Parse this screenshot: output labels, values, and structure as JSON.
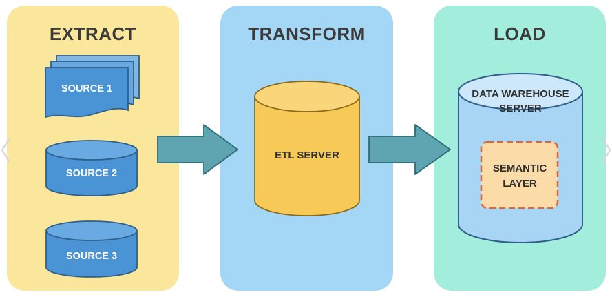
{
  "panels": {
    "extract": {
      "title": "EXTRACT",
      "color": "#fbe79c"
    },
    "transform": {
      "title": "TRANSFORM",
      "color": "#a4d6f6"
    },
    "load": {
      "title": "LOAD",
      "color": "#a3eddd"
    }
  },
  "extract": {
    "source1": "SOURCE 1",
    "source2": "SOURCE 2",
    "source3": "SOURCE 3"
  },
  "transform": {
    "server": "ETL SERVER"
  },
  "load": {
    "warehouse_line1": "DATA WAREHOUSE",
    "warehouse_line2": "SERVER",
    "semantic_line1": "SEMANTIC",
    "semantic_line2": "LAYER"
  },
  "colors": {
    "source_blue": "#4a94d6",
    "server_yellow": "#f7c957",
    "arrow_teal": "#5ea5b1",
    "semantic_fill": "#fbdca8",
    "semantic_border": "#e0653a"
  },
  "icons": {
    "prev": "chevron-left-icon",
    "next": "chevron-right-icon"
  }
}
